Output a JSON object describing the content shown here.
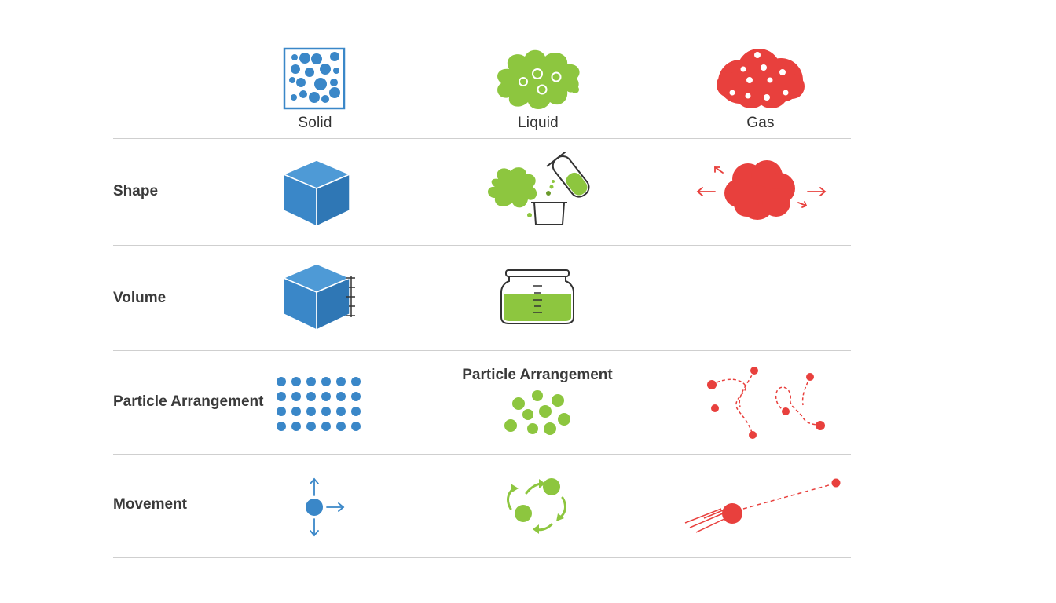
{
  "columns": [
    "Solid",
    "Liquid",
    "Gas"
  ],
  "rows": [
    "Shape",
    "Volume",
    "Particle Arrangement",
    "Movement"
  ],
  "liquid_particle_caption": "Particle Arrangement",
  "colors": {
    "solid": "#3a87c8",
    "liquid": "#8dc63f",
    "gas": "#e8403d",
    "rule": "#cfcfcf",
    "text": "#333333"
  },
  "icons": {
    "solid_header": "solid-particles-icon",
    "liquid_header": "liquid-blob-icon",
    "gas_header": "gas-cloud-icon",
    "solid_shape": "cube-icon",
    "liquid_shape": "pouring-beaker-icon",
    "gas_shape": "expanding-cloud-icon",
    "solid_volume": "measured-cube-icon",
    "liquid_volume": "measuring-jar-icon",
    "solid_arrangement": "particle-grid-icon",
    "liquid_arrangement": "loose-particles-icon",
    "gas_arrangement": "random-paths-icon",
    "solid_movement": "vibrating-particle-icon",
    "liquid_movement": "rotating-particles-icon",
    "gas_movement": "fast-particle-icon"
  }
}
